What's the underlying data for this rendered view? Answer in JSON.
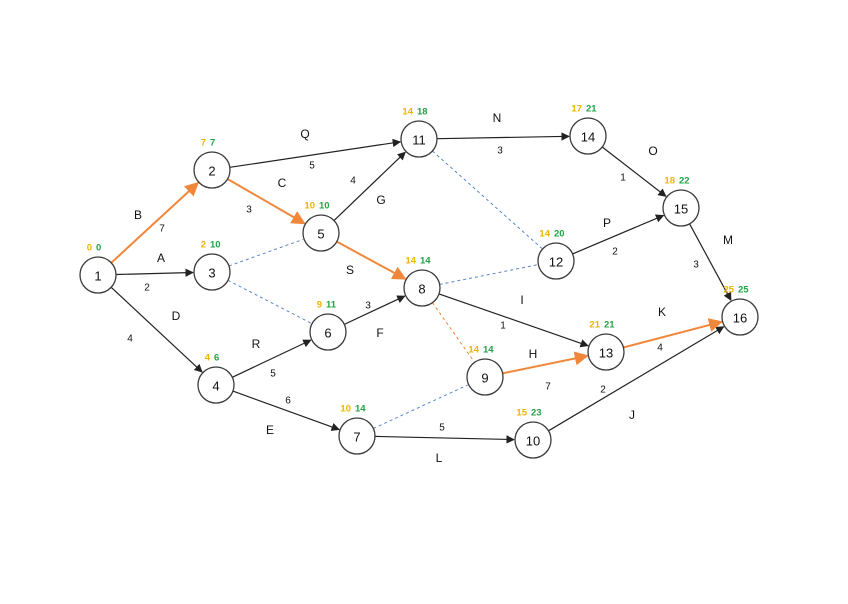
{
  "colors": {
    "normal_edge": "#222222",
    "critical_edge": "#f0873a",
    "dummy_edge": "#5b86c5",
    "dummy_critical_edge": "#f0873a",
    "early_time": "#f0b400",
    "late_time": "#22a345"
  },
  "nodes": [
    {
      "id": "1",
      "early": "0",
      "late": "0"
    },
    {
      "id": "2",
      "early": "7",
      "late": "7"
    },
    {
      "id": "3",
      "early": "2",
      "late": "10"
    },
    {
      "id": "4",
      "early": "4",
      "late": "6"
    },
    {
      "id": "5",
      "early": "10",
      "late": "10"
    },
    {
      "id": "6",
      "early": "9",
      "late": "11"
    },
    {
      "id": "7",
      "early": "10",
      "late": "14"
    },
    {
      "id": "8",
      "early": "14",
      "late": "14"
    },
    {
      "id": "9",
      "early": "14",
      "late": "14"
    },
    {
      "id": "10",
      "early": "15",
      "late": "23"
    },
    {
      "id": "11",
      "early": "14",
      "late": "18"
    },
    {
      "id": "12",
      "early": "14",
      "late": "20"
    },
    {
      "id": "13",
      "early": "21",
      "late": "21"
    },
    {
      "id": "14",
      "early": "17",
      "late": "21"
    },
    {
      "id": "15",
      "early": "18",
      "late": "22"
    },
    {
      "id": "16",
      "early": "25",
      "late": "25"
    }
  ],
  "edges": [
    {
      "from": "1",
      "to": "2",
      "label": "B",
      "duration": "7",
      "kind": "critical"
    },
    {
      "from": "1",
      "to": "3",
      "label": "A",
      "duration": "2",
      "kind": "normal"
    },
    {
      "from": "1",
      "to": "4",
      "label": "D",
      "duration": "4",
      "kind": "normal"
    },
    {
      "from": "2",
      "to": "11",
      "label": "Q",
      "duration": "5",
      "kind": "normal"
    },
    {
      "from": "2",
      "to": "5",
      "label": "C",
      "duration": "3",
      "kind": "critical"
    },
    {
      "from": "3",
      "to": "5",
      "label": "",
      "duration": "",
      "kind": "dummy"
    },
    {
      "from": "3",
      "to": "6",
      "label": "",
      "duration": "",
      "kind": "dummy"
    },
    {
      "from": "4",
      "to": "6",
      "label": "R",
      "duration": "5",
      "kind": "normal"
    },
    {
      "from": "4",
      "to": "7",
      "label": "E",
      "duration": "6",
      "kind": "normal"
    },
    {
      "from": "5",
      "to": "11",
      "label": "G",
      "duration": "4",
      "kind": "normal"
    },
    {
      "from": "5",
      "to": "8",
      "label": "S",
      "duration": "",
      "kind": "critical"
    },
    {
      "from": "6",
      "to": "8",
      "label": "F",
      "duration": "3",
      "kind": "normal"
    },
    {
      "from": "7",
      "to": "10",
      "label": "L",
      "duration": "5",
      "kind": "normal"
    },
    {
      "from": "7",
      "to": "9",
      "label": "",
      "duration": "",
      "kind": "dummy"
    },
    {
      "from": "8",
      "to": "12",
      "label": "",
      "duration": "",
      "kind": "dummy"
    },
    {
      "from": "8",
      "to": "13",
      "label": "I",
      "duration": "1",
      "kind": "normal"
    },
    {
      "from": "8",
      "to": "9",
      "label": "",
      "duration": "",
      "kind": "dummy_critical"
    },
    {
      "from": "9",
      "to": "13",
      "label": "H",
      "duration": "7",
      "kind": "critical"
    },
    {
      "from": "10",
      "to": "16",
      "label": "J",
      "duration": "2",
      "kind": "normal"
    },
    {
      "from": "11",
      "to": "14",
      "label": "N",
      "duration": "3",
      "kind": "normal"
    },
    {
      "from": "11",
      "to": "12",
      "label": "",
      "duration": "",
      "kind": "dummy"
    },
    {
      "from": "12",
      "to": "15",
      "label": "P",
      "duration": "2",
      "kind": "normal"
    },
    {
      "from": "13",
      "to": "16",
      "label": "K",
      "duration": "4",
      "kind": "critical"
    },
    {
      "from": "14",
      "to": "15",
      "label": "O",
      "duration": "1",
      "kind": "normal"
    },
    {
      "from": "15",
      "to": "16",
      "label": "M",
      "duration": "3",
      "kind": "normal"
    }
  ]
}
